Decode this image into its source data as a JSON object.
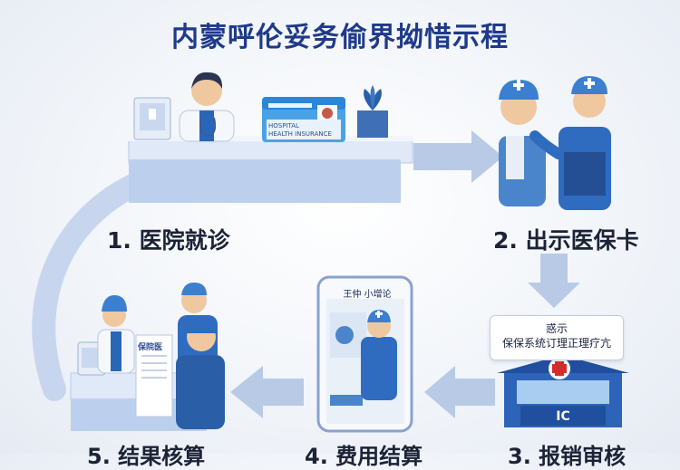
{
  "title": "内蒙呼伦妥务偷界拗惜示程",
  "steps": [
    {
      "label": "1. 医院就诊"
    },
    {
      "label": "2. 出示医保卡"
    },
    {
      "label": "3. 报销审核"
    },
    {
      "label": "4. 费用结算"
    },
    {
      "label": "5. 结果核算"
    }
  ],
  "card": {
    "line1": "HOSPITAL",
    "line2": "HEALTH INSURANCE"
  },
  "sign": {
    "line1": "惑示",
    "line2": "保保系统订理正理疗亢"
  },
  "phone": {
    "header": "王仲 小增论"
  },
  "paper": {
    "label": "保院医"
  },
  "building": {
    "label": "IC"
  },
  "colors": {
    "accent": "#1f5fbf",
    "title": "#1f3a8a",
    "arrow": "#b8cae6"
  }
}
